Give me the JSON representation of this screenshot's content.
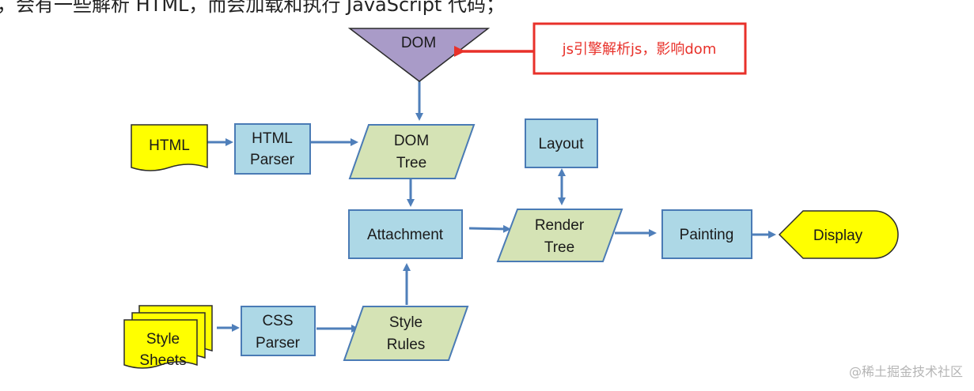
{
  "top_text": "，会有一些解析 HTML，而会加载和执行 JavaScript 代码；",
  "callout": {
    "text": "js引擎解析js，影响dom",
    "color": "#e8312a"
  },
  "nodes": {
    "dom": "DOM",
    "html": "HTML",
    "html_parser": [
      "HTML",
      "Parser"
    ],
    "dom_tree": [
      "DOM",
      "Tree"
    ],
    "layout": "Layout",
    "attachment": "Attachment",
    "render_tree": [
      "Render",
      "Tree"
    ],
    "painting": "Painting",
    "display": "Display",
    "style_sheets": [
      "Style",
      "Sheets"
    ],
    "css_parser": [
      "CSS",
      "Parser"
    ],
    "style_rules": [
      "Style",
      "Rules"
    ]
  },
  "colors": {
    "process_fill": "#add8e6",
    "data_fill": "#d5e3b5",
    "io_fill": "#ffff00",
    "dom_fill": "#a99bc8",
    "arrow": "#4f7fba",
    "stroke": "#4a7bb5"
  },
  "watermark": "@稀土掘金技术社区"
}
